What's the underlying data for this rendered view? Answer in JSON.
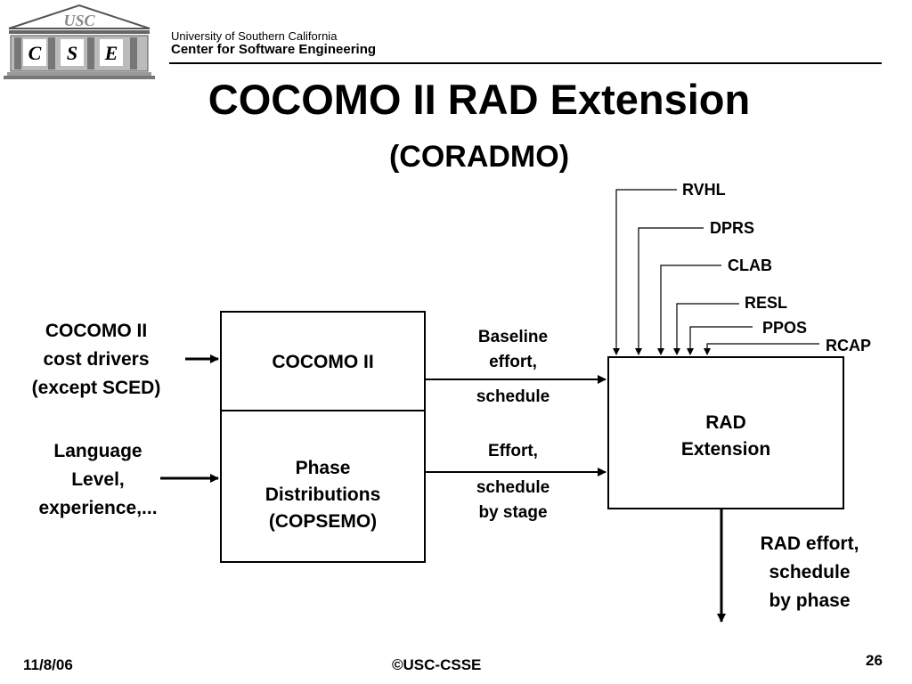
{
  "header": {
    "logo_top": "USC",
    "logo_letters": [
      "C",
      "S",
      "E"
    ],
    "university": "University of Southern California",
    "center": "Center for Software  Engineering"
  },
  "title": "COCOMO II RAD Extension",
  "subtitle": "(CORADMO)",
  "diagram": {
    "inputs": {
      "cost_drivers": [
        "COCOMO II",
        "cost drivers",
        "(except SCED)"
      ],
      "language": [
        "Language",
        "Level,",
        "experience,..."
      ]
    },
    "boxes": {
      "cocomo": "COCOMO II",
      "phase": [
        "Phase",
        "Distributions",
        "(COPSEMO)"
      ],
      "rad": [
        "RAD",
        "Extension"
      ]
    },
    "flows": {
      "baseline": [
        "Baseline",
        "effort,",
        "schedule"
      ],
      "effort": [
        "Effort,",
        "schedule",
        "by stage"
      ],
      "output": [
        "RAD effort,",
        "schedule",
        "by phase"
      ]
    },
    "parameters": [
      "RVHL",
      "DPRS",
      "CLAB",
      "RESL",
      "PPOS",
      "RCAP"
    ]
  },
  "footer": {
    "date": "11/8/06",
    "copyright": "©USC-CSSE",
    "page": "26"
  }
}
